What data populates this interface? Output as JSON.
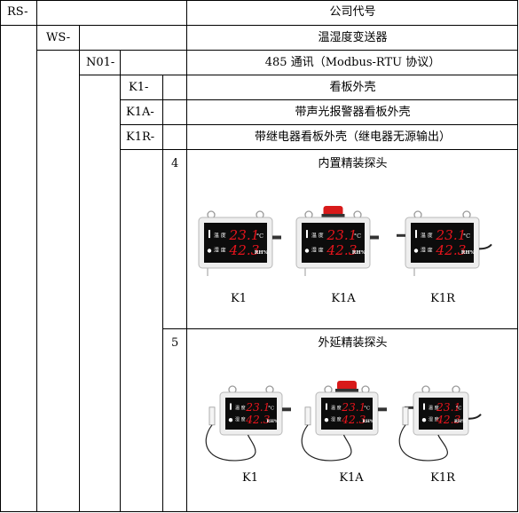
{
  "codes": {
    "rs": "RS-",
    "ws": "WS-",
    "n01": "N01-",
    "k1": "K1-",
    "k1a": "K1A-",
    "k1r": "K1R-",
    "probe_internal": "4",
    "probe_external": "5"
  },
  "descriptions": {
    "company_code": "公司代号",
    "product": "温湿度变送器",
    "comm": "485 通讯（Modbus-RTU 协议）",
    "k1": "看板外壳",
    "k1a": "带声光报警器看板外壳",
    "k1r": "带继电器看板外壳（继电器无源输出）",
    "probe_internal": "内置精装探头",
    "probe_external": "外延精装探头"
  },
  "device_display": {
    "temp_label": "温 度",
    "humi_label": "湿 度",
    "temp_value": "23.1",
    "temp_unit": "°C",
    "humi_value": "42.3",
    "humi_unit": "RH%"
  },
  "device_captions_row4": [
    "K1",
    "K1A",
    "K1R"
  ],
  "device_captions_row5": [
    "K1",
    "K1A",
    "K1R"
  ],
  "colors": {
    "led_red": "#e8141c",
    "screen": "#0c0c0c",
    "housing": "#eeeeee",
    "alarm": "#d81a1a"
  }
}
